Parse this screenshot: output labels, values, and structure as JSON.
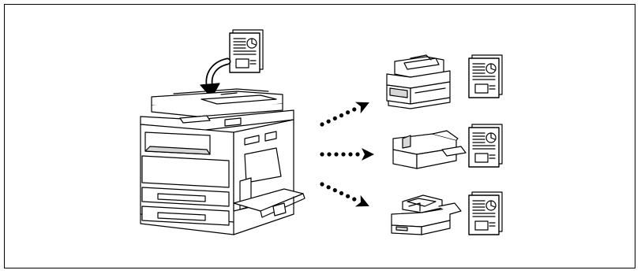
{
  "diagram": {
    "source": "multifunction-copier",
    "destinations": [
      "fax-machine",
      "laser-printer",
      "desktop-fax-printer"
    ],
    "stroke_color": "#000000",
    "fill_color": "#ffffff",
    "shade_color": "#d8d8d8"
  }
}
